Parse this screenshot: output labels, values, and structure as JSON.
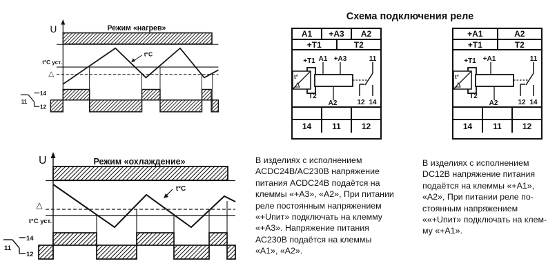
{
  "connection_section": {
    "title": "Схема подключения реле"
  },
  "timing_diagrams": {
    "heating": {
      "title": "Режим «нагрев»",
      "axis_label": "U",
      "signal_label": "t°C",
      "setpoint_label": "t°C уст.",
      "hysteresis_symbol": "△",
      "contact_common": "11",
      "trace_top_label": "14",
      "trace_bottom_label": "12"
    },
    "cooling": {
      "title": "Режим «охлаждение»",
      "axis_label": "U",
      "signal_label": "t°C",
      "setpoint_label": "t°C уст.",
      "hysteresis_symbol": "△",
      "contact_common": "11",
      "trace_top_label": "14",
      "trace_bottom_label": "12"
    }
  },
  "relay_diagrams": {
    "left": {
      "top_terminals": [
        "A1",
        "+A3",
        "A2"
      ],
      "mid_terminals": [
        "+T1",
        "T2"
      ],
      "bottom_terminals": [
        "14",
        "11",
        "12"
      ],
      "schematic": {
        "sensor_label": "t°",
        "probe_top": "+T1",
        "probe_bottom": "T2",
        "coil_lead_1": "A1",
        "coil_lead_2": "+A3",
        "coil_bottom": "A2",
        "contact_common": "11",
        "contact_nc": "12",
        "contact_no": "14"
      }
    },
    "right": {
      "top_terminals": [
        "+A1",
        "A2"
      ],
      "mid_terminals": [
        "+T1",
        "T2"
      ],
      "bottom_terminals": [
        "14",
        "11",
        "12"
      ],
      "schematic": {
        "sensor_label": "t°",
        "probe_top": "+T1",
        "probe_bottom": "T2",
        "coil_lead_1": "+A1",
        "coil_bottom": "A2",
        "contact_common": "11",
        "contact_nc": "12",
        "contact_no": "14"
      }
    }
  },
  "notes": {
    "left": "В изделиях с исполнением\nACDC24В/AC230В напряжение\nпитания ACDC24В подаётся на\nклеммы «+А3», «А2», При питании\nреле постоянным напряжением\n«+Uпит» подключать на клемму\n«+А3». Напряжение питания\nАС230В подаётся на клеммы\n«А1», «А2».",
    "right": "В изделиях с исполнением\nDC12В напряжение питания\nподаётся на клеммы «+А1»,\n«А2», При питании реле по-\nстоянным напряжением\n««+Uпит» подключать на клем-\nму «+А1»."
  }
}
